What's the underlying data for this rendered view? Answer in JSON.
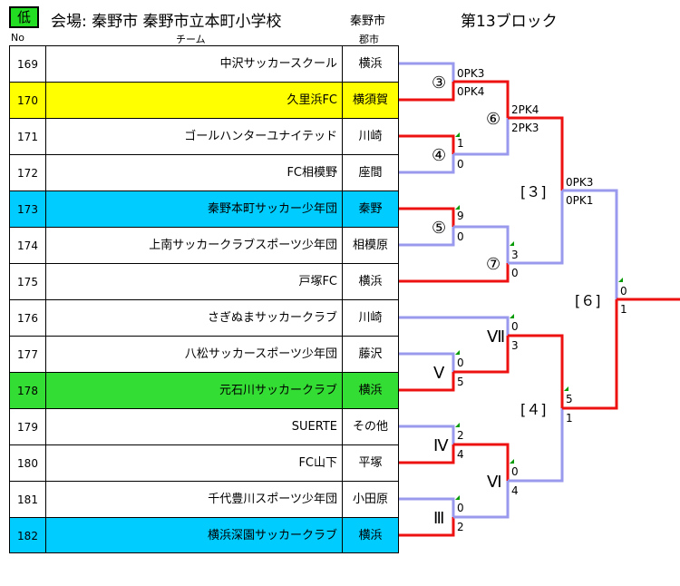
{
  "header": {
    "low_label": "低",
    "venue": "会場: 秦野市  秦野市立本町小学校",
    "city": "秦野市",
    "block": "第13ブロック",
    "col_no": "No",
    "col_team": "チーム",
    "col_city": "郡市"
  },
  "teams": [
    {
      "no": "169",
      "name": "中沢サッカースクール",
      "city": "横浜",
      "color": "#ffffff"
    },
    {
      "no": "170",
      "name": "久里浜FC",
      "city": "横須賀",
      "color": "#ffff00"
    },
    {
      "no": "171",
      "name": "ゴールハンターユナイテッド",
      "city": "川崎",
      "color": "#ffffff"
    },
    {
      "no": "172",
      "name": "FC相模野",
      "city": "座間",
      "color": "#ffffff"
    },
    {
      "no": "173",
      "name": "秦野本町サッカー少年団",
      "city": "秦野",
      "color": "#00ccff"
    },
    {
      "no": "174",
      "name": "上南サッカークラブスポーツ少年団",
      "city": "相模原",
      "color": "#ffffff"
    },
    {
      "no": "175",
      "name": "戸塚FC",
      "city": "横浜",
      "color": "#ffffff"
    },
    {
      "no": "176",
      "name": "さぎぬまサッカークラブ",
      "city": "川崎",
      "color": "#ffffff"
    },
    {
      "no": "177",
      "name": "八松サッカースポーツ少年団",
      "city": "藤沢",
      "color": "#ffffff"
    },
    {
      "no": "178",
      "name": "元石川サッカークラブ",
      "city": "横浜",
      "color": "#33dd33"
    },
    {
      "no": "179",
      "name": "SUERTE",
      "city": "その他",
      "color": "#ffffff"
    },
    {
      "no": "180",
      "name": "FC山下",
      "city": "平塚",
      "color": "#ffffff"
    },
    {
      "no": "181",
      "name": "千代豊川スポーツ少年団",
      "city": "小田原",
      "color": "#ffffff"
    },
    {
      "no": "182",
      "name": "横浜深園サッカークラブ",
      "city": "横浜",
      "color": "#00ccff"
    }
  ],
  "bracket": {
    "colors": {
      "win": "#ee1111",
      "lose": "#9999ee"
    },
    "matches": [
      {
        "label": "③",
        "top": "0PK3",
        "bot": "0PK4"
      },
      {
        "label": "④",
        "top": "1",
        "bot": "0"
      },
      {
        "label": "⑤",
        "top": "9",
        "bot": "0"
      },
      {
        "label": "⑥",
        "top": "2PK4",
        "bot": "2PK3"
      },
      {
        "label": "⑦",
        "top": "3",
        "bot": "0"
      },
      {
        "label": "Ⅴ",
        "top": "0",
        "bot": "5"
      },
      {
        "label": "Ⅳ",
        "top": "2",
        "bot": "4"
      },
      {
        "label": "Ⅲ",
        "top": "0",
        "bot": "2"
      },
      {
        "label": "Ⅶ",
        "top": "0",
        "bot": "3"
      },
      {
        "label": "Ⅵ",
        "top": "0",
        "bot": "4"
      },
      {
        "label": "[３]",
        "top": "0PK3",
        "bot": "0PK1"
      },
      {
        "label": "[４]",
        "top": "5",
        "bot": "1"
      },
      {
        "label": "[６]",
        "top": "0",
        "bot": "1"
      }
    ]
  }
}
